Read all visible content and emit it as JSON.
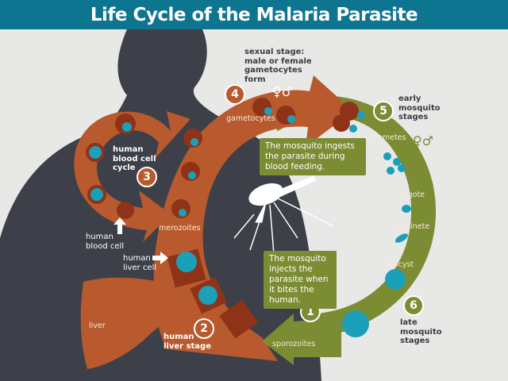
{
  "title": "Life Cycle of the Malaria Parasite",
  "colors": {
    "header": "#0e7590",
    "background": "#e8e8e7",
    "human_silhouette": "#3d3f49",
    "human_stage": "#b85a2e",
    "mosquito_stage": "#7b8c33",
    "parasite": "#1aa0b8"
  },
  "stages": [
    {
      "number": "1",
      "label": ""
    },
    {
      "number": "2",
      "label_line1": "human",
      "label_line2": "liver stage"
    },
    {
      "number": "3",
      "label_line1": "human",
      "label_line2": "blood cell",
      "label_line3": "cycle"
    },
    {
      "number": "4",
      "label_line1": "sexual stage:",
      "label_line2": "male or female",
      "label_line3": "gametocytes",
      "label_line4": "form"
    },
    {
      "number": "5",
      "label_line1": "early",
      "label_line2": "mosquito",
      "label_line3": "stages"
    },
    {
      "number": "6",
      "label_line1": "late",
      "label_line2": "mosquito",
      "label_line3": "stages"
    }
  ],
  "labels": {
    "gametocytes": "gametocytes",
    "merozoites": "merozoites",
    "sporozoites": "sporozoites",
    "gametes": "gametes",
    "zygote": "zygote",
    "ookinete": "ookinete",
    "oocyst": "oocyst",
    "liver": "liver",
    "human_blood_cell_1": "human",
    "human_blood_cell_2": "blood cell",
    "human_liver_cell_1": "human",
    "human_liver_cell_2": "liver cell",
    "sex_symbols": "♀♂"
  },
  "callouts": {
    "ingest": "The mosquito ingests the parasite during blood feeding.",
    "inject": "The mosquito injects the parasite when it bites the human."
  }
}
